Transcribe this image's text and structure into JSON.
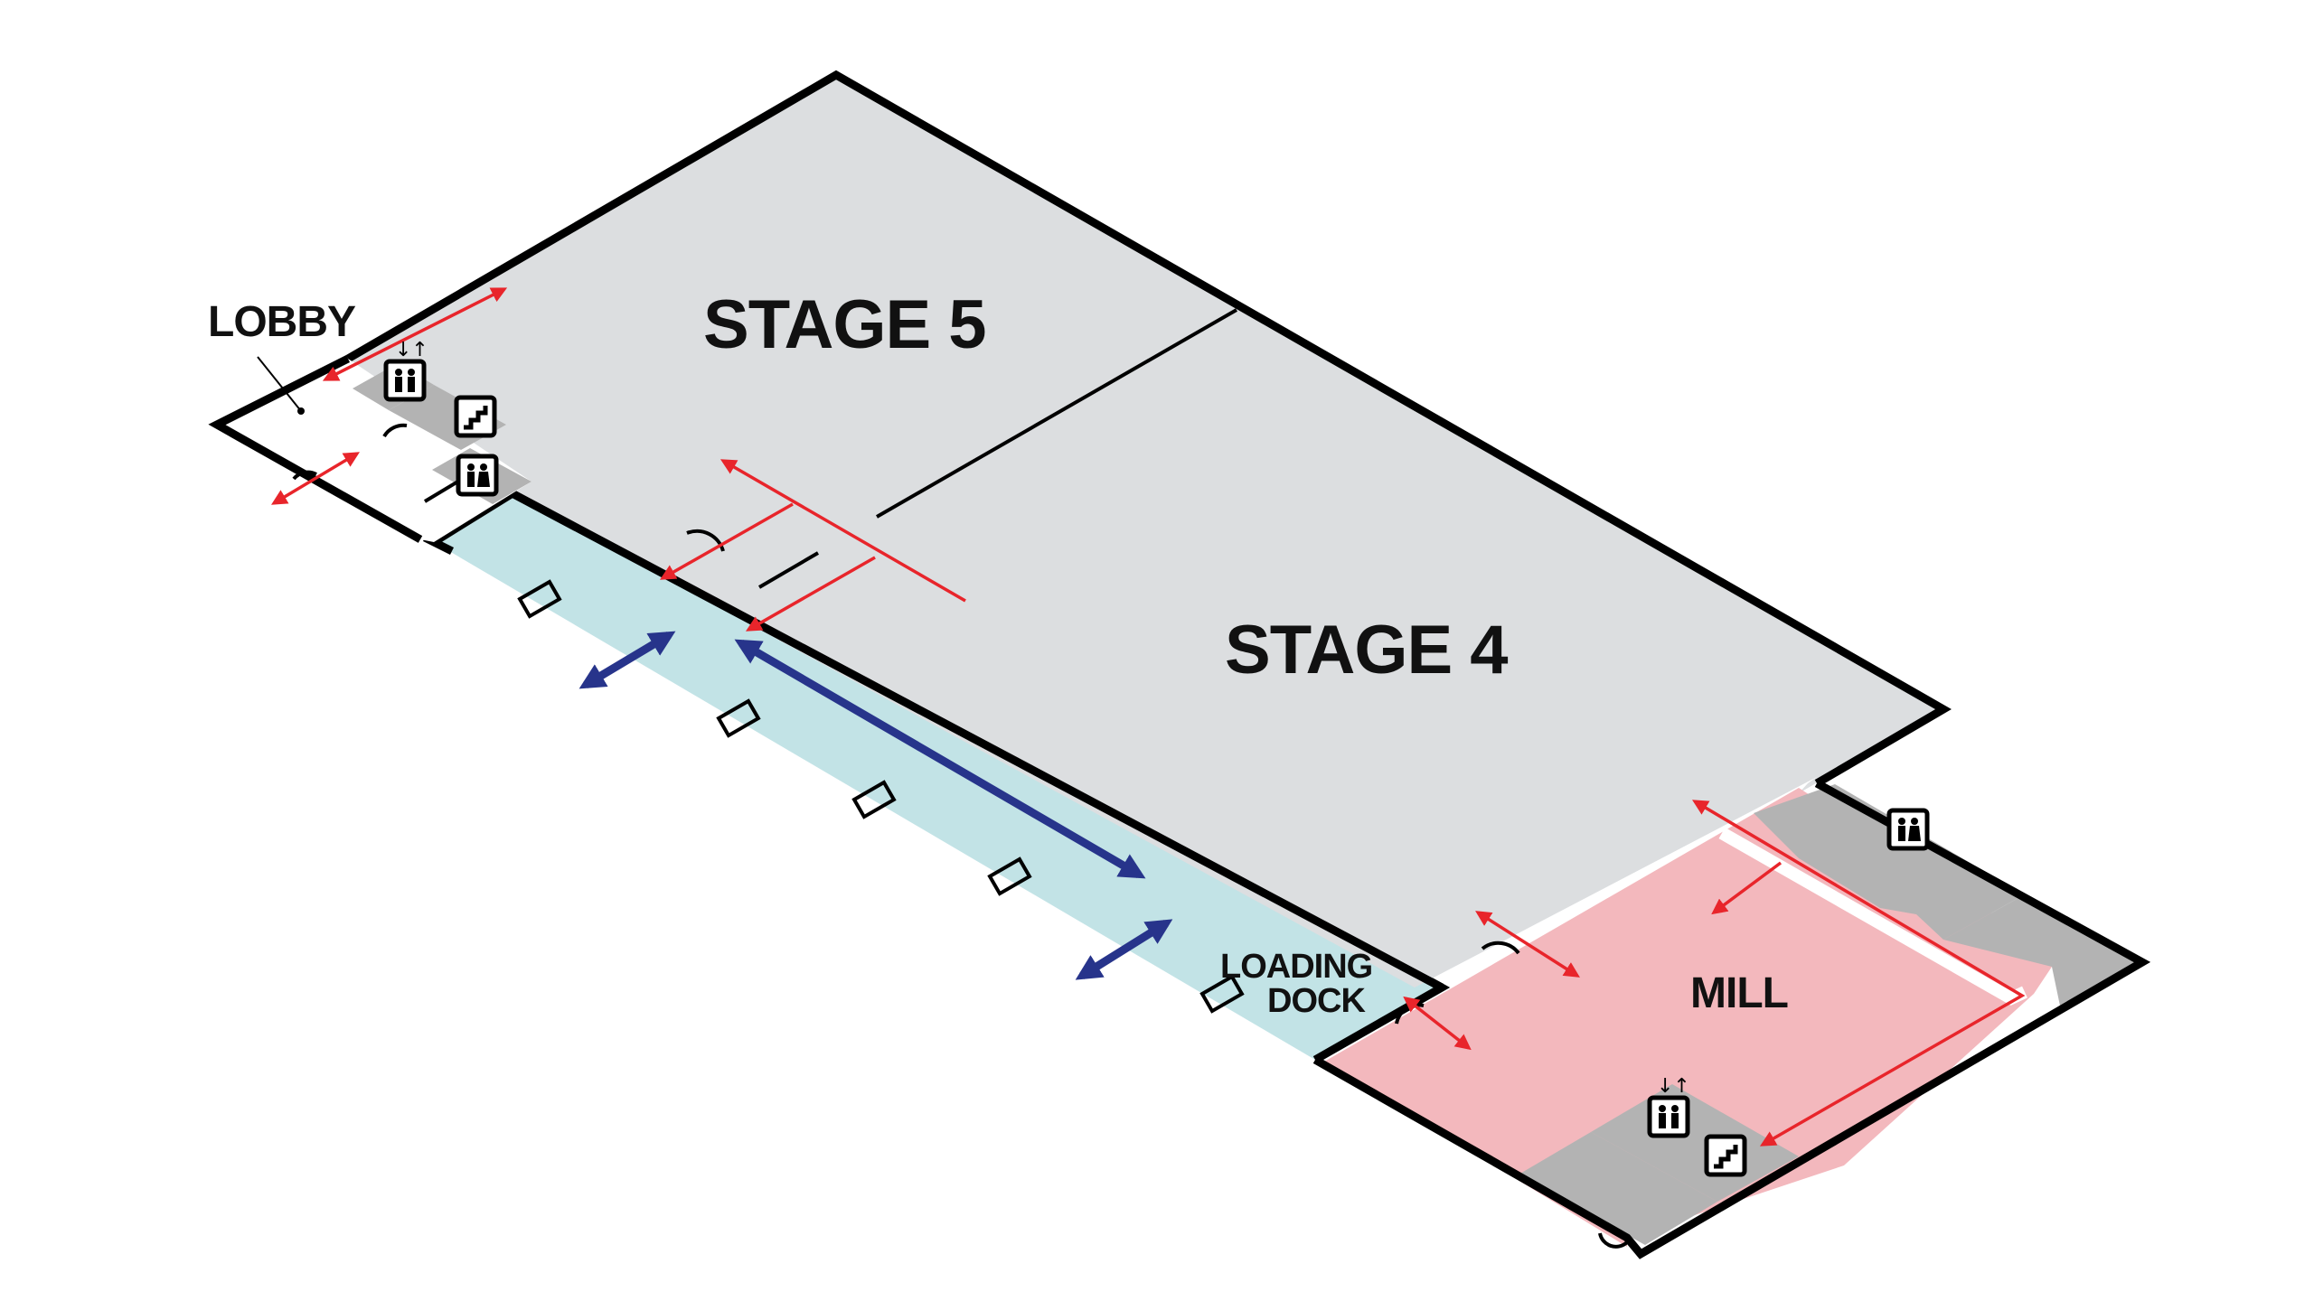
{
  "colors": {
    "stage_fill": "#dcdee0",
    "dock_fill": "#c2e3e6",
    "mill_fill": "#f3b8bd",
    "service_fill": "#b3b3b3",
    "wall": "#000000",
    "egress_arrow": "#e8252b",
    "loading_arrow": "#27348b"
  },
  "labels": {
    "lobby": "LOBBY",
    "stage5": "STAGE 5",
    "stage4": "STAGE 4",
    "loading_line1": "LOADING",
    "loading_line2": "DOCK",
    "mill": "MILL"
  },
  "icons": [
    "elevator-icon",
    "stairs-icon",
    "restroom-icon",
    "egress-arrow-icon",
    "loading-arrow-icon",
    "door-icon"
  ]
}
